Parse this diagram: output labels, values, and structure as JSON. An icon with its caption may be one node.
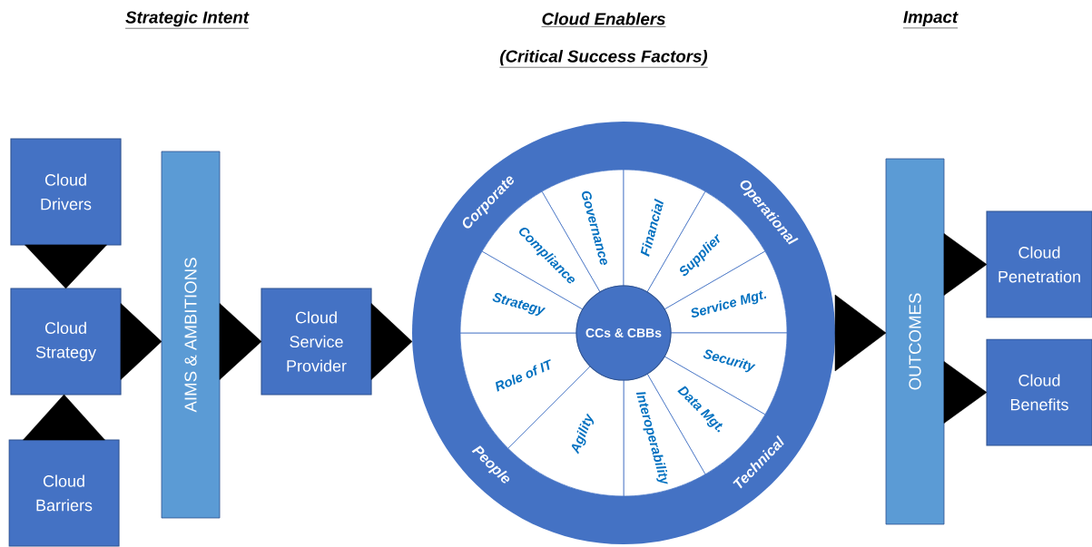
{
  "diagram": {
    "nodes": [
      {
        "text": [
          "Cloud Drivers"
        ]
      },
      {
        "text": [
          "Cloud Strategy"
        ]
      },
      {
        "text": [
          "Cloud Barriers"
        ]
      },
      {
        "text": [
          "AIMS & AMBITIONS"
        ]
      },
      {
        "text": [
          "Cloud Service Provider"
        ]
      },
      {
        "text": [
          "Corporate",
          "Operational",
          "Technical",
          "People"
        ]
      },
      {
        "text": [
          "Governance"
        ],
        "in": 5
      },
      {
        "text": [
          "Financial"
        ],
        "in": 5
      },
      {
        "text": [
          "Supplier"
        ],
        "in": 5
      },
      {
        "text": [
          "Service Mgt."
        ],
        "in": 5
      },
      {
        "text": [
          "Security"
        ],
        "in": 5
      },
      {
        "text": [
          "Data Mgt."
        ],
        "in": 5
      },
      {
        "text": [
          "Interoperability"
        ],
        "in": 5
      },
      {
        "text": [
          "Agility"
        ],
        "in": 5
      },
      {
        "text": [
          "Role of IT"
        ],
        "in": 5
      },
      {
        "text": [
          "Strategy"
        ],
        "in": 5
      },
      {
        "text": [
          "Compliance"
        ],
        "in": 5
      },
      {
        "text": [
          "CCs & CBBs"
        ],
        "in": 5
      },
      {
        "text": [
          "OUTCOMES"
        ]
      },
      {
        "text": [
          "Cloud Penetration"
        ]
      },
      {
        "text": [
          "Cloud Benefits"
        ]
      }
    ],
    "edges": [
      {
        "from": 0,
        "to": 1,
        "arrow": "to"
      },
      {
        "from": 2,
        "to": 1,
        "arrow": "to"
      },
      {
        "from": 1,
        "to": 3,
        "arrow": "to"
      },
      {
        "from": 3,
        "to": 4,
        "arrow": "to"
      },
      {
        "from": 4,
        "to": 5,
        "arrow": "to"
      },
      {
        "from": 5,
        "to": 18,
        "arrow": "to"
      },
      {
        "from": 18,
        "to": 19,
        "arrow": "to"
      },
      {
        "from": 18,
        "to": 20,
        "arrow": "to"
      }
    ],
    "labels": [
      "Strategic Intent",
      "Cloud Enablers",
      "Impact",
      "(Critical Success Factors)"
    ]
  }
}
